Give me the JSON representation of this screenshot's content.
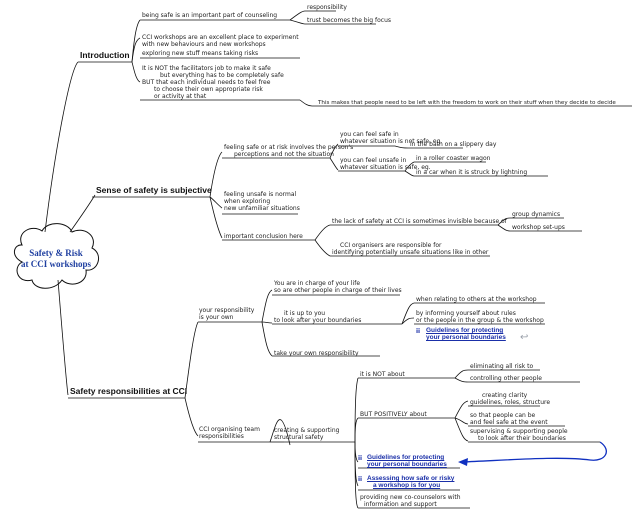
{
  "root": {
    "line1": "Safety & Risk",
    "line2": "at CCI workshops"
  },
  "main": {
    "intro": "Introduction",
    "sense": "Sense of safety is subjective",
    "resp": "Safety responsibilities at CCI"
  },
  "intro": {
    "n1": "being safe is an important part of counseling",
    "n1a": "responsibility",
    "n1b": "trust becomes the big focus",
    "n2": [
      "CCI workshops are an excellent place to experiment",
      "with new behaviours and new workshops",
      "exploring new stuff means taking risks"
    ],
    "n3": [
      "It is NOT the facilitators job to make it safe",
      "but everything has to be completely safe",
      "BUT that each individual needs to feel free",
      "to choose their own appropriate risk",
      "or activity at that"
    ],
    "n4": "This makes that people need to be left with the freedom to work on their stuff when they decide to decide"
  },
  "sense": {
    "a": [
      "feeling safe or at risk involves the person's",
      "perceptions and not the situation"
    ],
    "a1": [
      "you can feel safe in",
      "whatever situation is not safe, eg."
    ],
    "a1a": "in the bath on a slippery day",
    "a2": [
      "you can feel unsafe in",
      "whatever situation is safe, eg."
    ],
    "a2a": "in a roller coaster wagon",
    "a2b": "in a car when it is struck by lightning",
    "b": [
      "feeling unsafe is normal",
      "when exploring",
      "new unfamiliar situations"
    ],
    "c": "important conclusion here",
    "c1": "the lack of safety at CCI is sometimes invisible because of",
    "c1a": "group dynamics",
    "c1b": "workshop set-ups",
    "c2": [
      "CCI organisers are responsible for",
      "identifying potentially unsafe situations like in other"
    ]
  },
  "resp": {
    "you": "your responsibility is your own",
    "y1": [
      "You are in charge of your life",
      "so are other people in charge of their lives"
    ],
    "y2": [
      "it is up to you",
      "to look after your boundaries"
    ],
    "y2a": "when relating to others at the workshop",
    "y2b": [
      "by informing yourself about rules",
      "or the people in the group & the workshop"
    ],
    "y2link": [
      "Guidelines for protecting",
      "your personal boundaries"
    ],
    "y3": "take your own responsibility",
    "org": [
      "CCI organising team",
      "responsibilities"
    ],
    "o1": [
      "creating & supporting",
      "structural safety"
    ],
    "o1a": "it is NOT about",
    "o1a1": "eliminating all risk to",
    "o1a2": "controlling other people",
    "o1b": "BUT POSITIVELY about",
    "o1b1": [
      "creating clarity",
      "guidelines, roles, structure"
    ],
    "o1b2": [
      "so that people can be",
      "and feel safe at the event"
    ],
    "o1b3": [
      "supervising & supporting people",
      "to look after their boundaries"
    ],
    "l1": [
      "Guidelines for protecting",
      "your personal boundaries"
    ],
    "l2": [
      "Assessing how safe or risky",
      "a workshop is for you"
    ],
    "o2": [
      "providing new co-counselors with",
      "information and support"
    ]
  },
  "icons": {
    "bullet": "ii",
    "arrow": "↩"
  },
  "colors": {
    "root_text": "#1f3fa0",
    "link": "#1a2fa8",
    "line": "#111111",
    "arrow": "#1030c0"
  }
}
